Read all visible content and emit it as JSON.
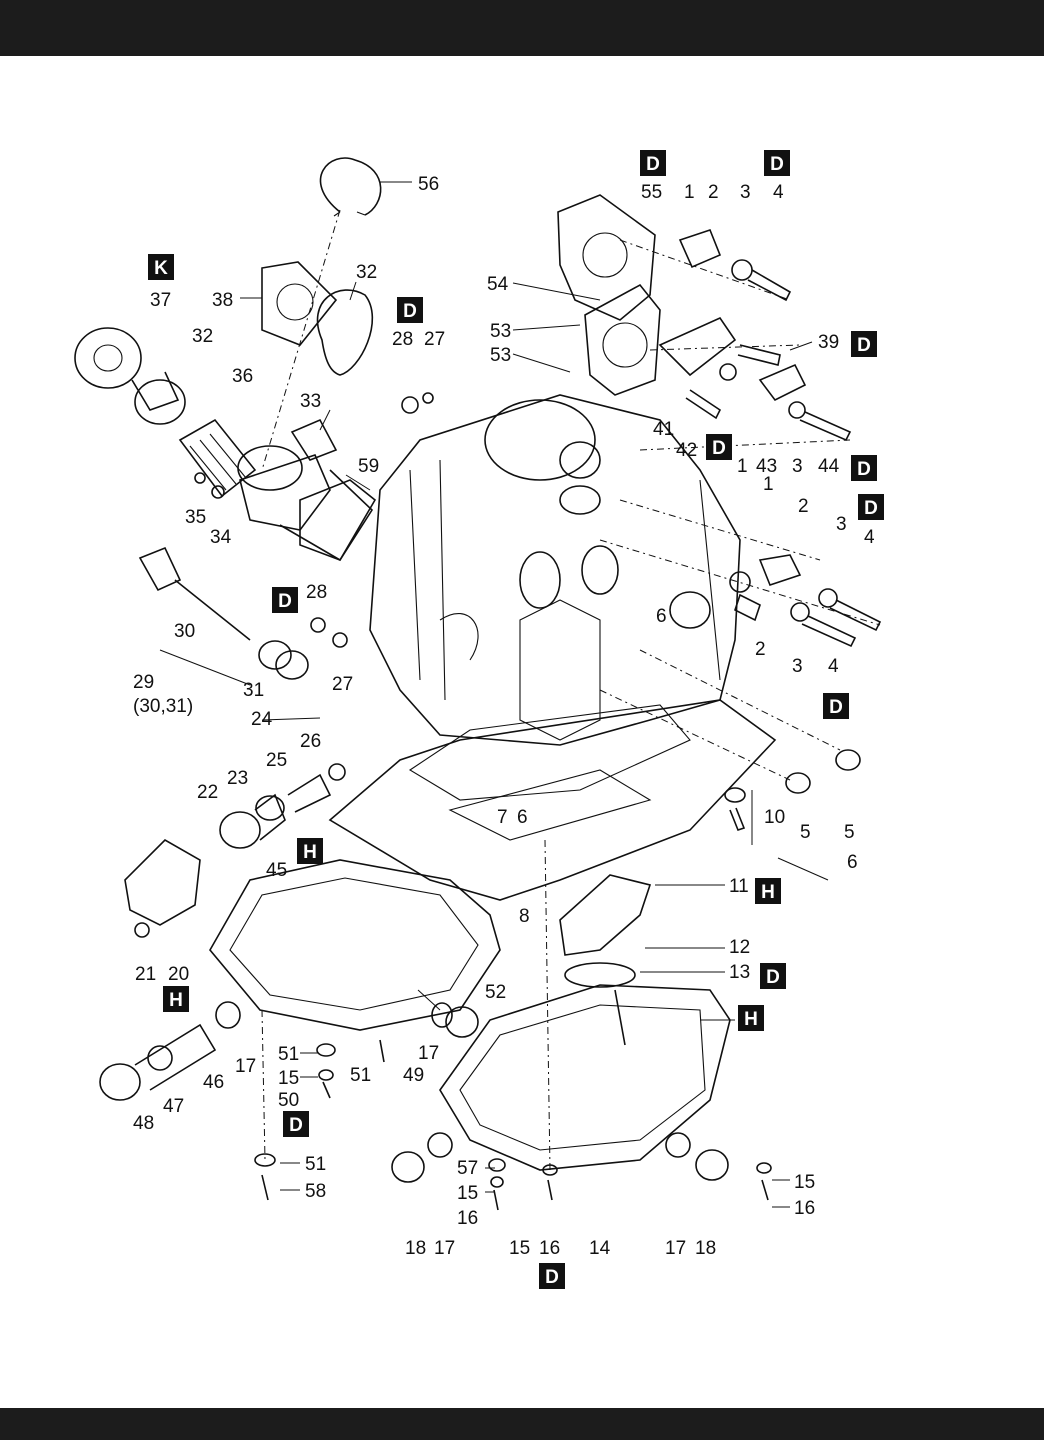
{
  "labels": [
    {
      "id": "l56",
      "text": "56"
    },
    {
      "id": "l55",
      "text": "55"
    },
    {
      "id": "l1a",
      "text": "1"
    },
    {
      "id": "l2a",
      "text": "2"
    },
    {
      "id": "l3a",
      "text": "3"
    },
    {
      "id": "l4a",
      "text": "4"
    },
    {
      "id": "l37",
      "text": "37"
    },
    {
      "id": "l38",
      "text": "38"
    },
    {
      "id": "l32a",
      "text": "32"
    },
    {
      "id": "l32b",
      "text": "32"
    },
    {
      "id": "l54",
      "text": "54"
    },
    {
      "id": "l53a",
      "text": "53"
    },
    {
      "id": "l53b",
      "text": "53"
    },
    {
      "id": "l28a",
      "text": "28"
    },
    {
      "id": "l27a",
      "text": "27"
    },
    {
      "id": "l39",
      "text": "39"
    },
    {
      "id": "l36",
      "text": "36"
    },
    {
      "id": "l33",
      "text": "33"
    },
    {
      "id": "l41",
      "text": "41"
    },
    {
      "id": "l42",
      "text": "42"
    },
    {
      "id": "l1b",
      "text": "1"
    },
    {
      "id": "l43",
      "text": "43"
    },
    {
      "id": "l3b",
      "text": "3"
    },
    {
      "id": "l44",
      "text": "44"
    },
    {
      "id": "l59",
      "text": "59"
    },
    {
      "id": "l35",
      "text": "35"
    },
    {
      "id": "l34",
      "text": "34"
    },
    {
      "id": "l1c",
      "text": "1"
    },
    {
      "id": "l2b",
      "text": "2"
    },
    {
      "id": "l3c",
      "text": "3"
    },
    {
      "id": "l4b",
      "text": "4"
    },
    {
      "id": "l6a",
      "text": "6"
    },
    {
      "id": "l2c",
      "text": "2"
    },
    {
      "id": "l3d",
      "text": "3"
    },
    {
      "id": "l4c",
      "text": "4"
    },
    {
      "id": "l28b",
      "text": "28"
    },
    {
      "id": "l30",
      "text": "30"
    },
    {
      "id": "l29",
      "text": "29"
    },
    {
      "id": "l2931",
      "text": "(30,31)"
    },
    {
      "id": "l31",
      "text": "31"
    },
    {
      "id": "l27b",
      "text": "27"
    },
    {
      "id": "l24",
      "text": "24"
    },
    {
      "id": "l25",
      "text": "25"
    },
    {
      "id": "l26",
      "text": "26"
    },
    {
      "id": "l22",
      "text": "22"
    },
    {
      "id": "l23",
      "text": "23"
    },
    {
      "id": "l7",
      "text": "7"
    },
    {
      "id": "l6b",
      "text": "6"
    },
    {
      "id": "l10",
      "text": "10"
    },
    {
      "id": "l5a",
      "text": "5"
    },
    {
      "id": "l5b",
      "text": "5"
    },
    {
      "id": "l6c",
      "text": "6"
    },
    {
      "id": "l45",
      "text": "45"
    },
    {
      "id": "l8",
      "text": "8"
    },
    {
      "id": "l11",
      "text": "11"
    },
    {
      "id": "l12",
      "text": "12"
    },
    {
      "id": "l13",
      "text": "13"
    },
    {
      "id": "l21",
      "text": "21"
    },
    {
      "id": "l20",
      "text": "20"
    },
    {
      "id": "l52",
      "text": "52"
    },
    {
      "id": "l17a",
      "text": "17"
    },
    {
      "id": "l17b",
      "text": "17"
    },
    {
      "id": "l51a",
      "text": "51"
    },
    {
      "id": "l15a",
      "text": "15"
    },
    {
      "id": "l50",
      "text": "50"
    },
    {
      "id": "l51b",
      "text": "51"
    },
    {
      "id": "l49",
      "text": "49"
    },
    {
      "id": "l46",
      "text": "46"
    },
    {
      "id": "l47",
      "text": "47"
    },
    {
      "id": "l48",
      "text": "48"
    },
    {
      "id": "l51c",
      "text": "51"
    },
    {
      "id": "l58",
      "text": "58"
    },
    {
      "id": "l57",
      "text": "57"
    },
    {
      "id": "l15b",
      "text": "15"
    },
    {
      "id": "l16a",
      "text": "16"
    },
    {
      "id": "l15c",
      "text": "15"
    },
    {
      "id": "l16b",
      "text": "16"
    },
    {
      "id": "l18a",
      "text": "18"
    },
    {
      "id": "l17c",
      "text": "17"
    },
    {
      "id": "l15d",
      "text": "15"
    },
    {
      "id": "l16c",
      "text": "16"
    },
    {
      "id": "l14",
      "text": "14"
    },
    {
      "id": "l17d",
      "text": "17"
    },
    {
      "id": "l18b",
      "text": "18"
    }
  ],
  "badges": [
    {
      "id": "bD1",
      "text": "D"
    },
    {
      "id": "bD2",
      "text": "D"
    },
    {
      "id": "bK",
      "text": "K"
    },
    {
      "id": "bD3",
      "text": "D"
    },
    {
      "id": "bD4",
      "text": "D"
    },
    {
      "id": "bD5",
      "text": "D"
    },
    {
      "id": "bD6",
      "text": "D"
    },
    {
      "id": "bD7",
      "text": "D"
    },
    {
      "id": "bD8",
      "text": "D"
    },
    {
      "id": "bD9",
      "text": "D"
    },
    {
      "id": "bH1",
      "text": "H"
    },
    {
      "id": "bH2",
      "text": "H"
    },
    {
      "id": "bD10",
      "text": "D"
    },
    {
      "id": "bH3",
      "text": "H"
    },
    {
      "id": "bH4",
      "text": "H"
    },
    {
      "id": "bD11",
      "text": "D"
    },
    {
      "id": "bD12",
      "text": "D"
    }
  ]
}
